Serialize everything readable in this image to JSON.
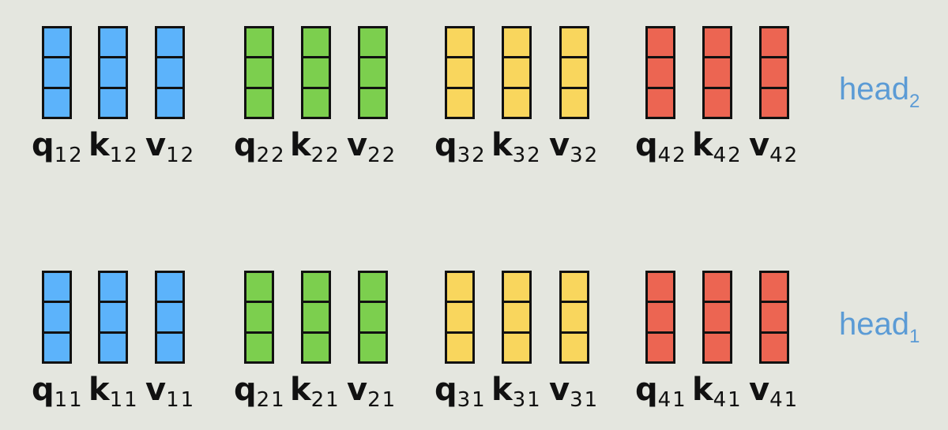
{
  "colors": {
    "blue": "#5cb3fb",
    "green": "#7ccf4e",
    "yellow": "#f9d65d",
    "red": "#ec6552"
  },
  "cells_per_vector": 3,
  "rows": [
    {
      "head": {
        "text": "head",
        "sub": "2"
      },
      "groups": [
        {
          "color": "blue",
          "labels": [
            {
              "base": "q",
              "sub": "12"
            },
            {
              "base": "k",
              "sub": "12"
            },
            {
              "base": "v",
              "sub": "12"
            }
          ]
        },
        {
          "color": "green",
          "labels": [
            {
              "base": "q",
              "sub": "22"
            },
            {
              "base": "k",
              "sub": "22"
            },
            {
              "base": "v",
              "sub": "22"
            }
          ]
        },
        {
          "color": "yellow",
          "labels": [
            {
              "base": "q",
              "sub": "32"
            },
            {
              "base": "k",
              "sub": "32"
            },
            {
              "base": "v",
              "sub": "32"
            }
          ]
        },
        {
          "color": "red",
          "labels": [
            {
              "base": "q",
              "sub": "42"
            },
            {
              "base": "k",
              "sub": "42"
            },
            {
              "base": "v",
              "sub": "42"
            }
          ]
        }
      ]
    },
    {
      "head": {
        "text": "head",
        "sub": "1"
      },
      "groups": [
        {
          "color": "blue",
          "labels": [
            {
              "base": "q",
              "sub": "11"
            },
            {
              "base": "k",
              "sub": "11"
            },
            {
              "base": "v",
              "sub": "11"
            }
          ]
        },
        {
          "color": "green",
          "labels": [
            {
              "base": "q",
              "sub": "21"
            },
            {
              "base": "k",
              "sub": "21"
            },
            {
              "base": "v",
              "sub": "21"
            }
          ]
        },
        {
          "color": "yellow",
          "labels": [
            {
              "base": "q",
              "sub": "31"
            },
            {
              "base": "k",
              "sub": "31"
            },
            {
              "base": "v",
              "sub": "31"
            }
          ]
        },
        {
          "color": "red",
          "labels": [
            {
              "base": "q",
              "sub": "41"
            },
            {
              "base": "k",
              "sub": "41"
            },
            {
              "base": "v",
              "sub": "41"
            }
          ]
        }
      ]
    }
  ]
}
